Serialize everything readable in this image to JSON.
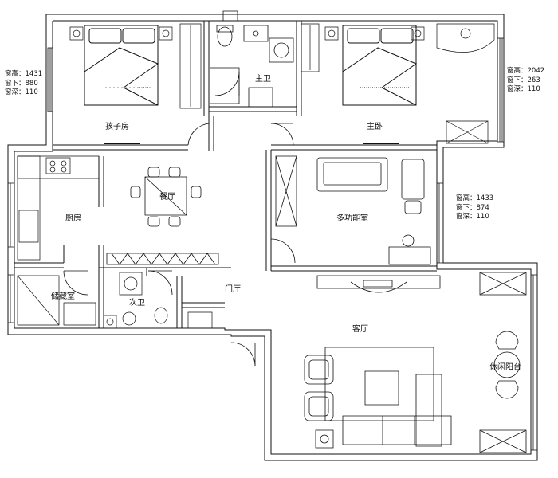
{
  "rooms": {
    "kids_room": "孩子房",
    "master_bath": "主卫",
    "master_bedroom": "主卧",
    "dining": "餐厅",
    "kitchen": "厨房",
    "multi_room": "多功能室",
    "storage": "储藏室",
    "second_bath": "次卫",
    "foyer": "门厅",
    "living": "客厅",
    "balcony": "休闲阳台"
  },
  "window_notes": {
    "left": {
      "height": "窗高：1431",
      "sill": "窗下：880",
      "depth": "窗深：110"
    },
    "right": {
      "height": "窗高：2042",
      "sill": "窗下：263",
      "depth": "窗深：110"
    },
    "middle": {
      "height": "窗高：1433",
      "sill": "窗下：874",
      "depth": "窗深：110"
    }
  }
}
